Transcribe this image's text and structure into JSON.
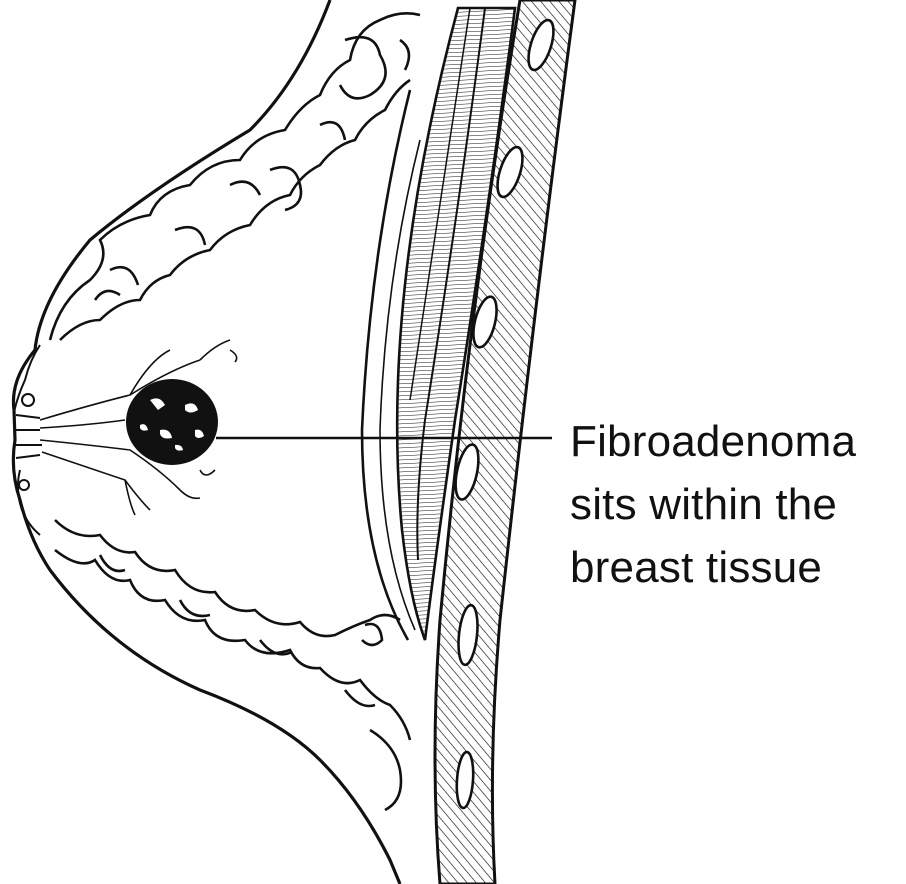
{
  "diagram": {
    "callout": {
      "lines": [
        "Fibroadenoma",
        "sits within the",
        "breast tissue"
      ]
    },
    "colors": {
      "ink": "#111111",
      "background": "#ffffff"
    }
  }
}
